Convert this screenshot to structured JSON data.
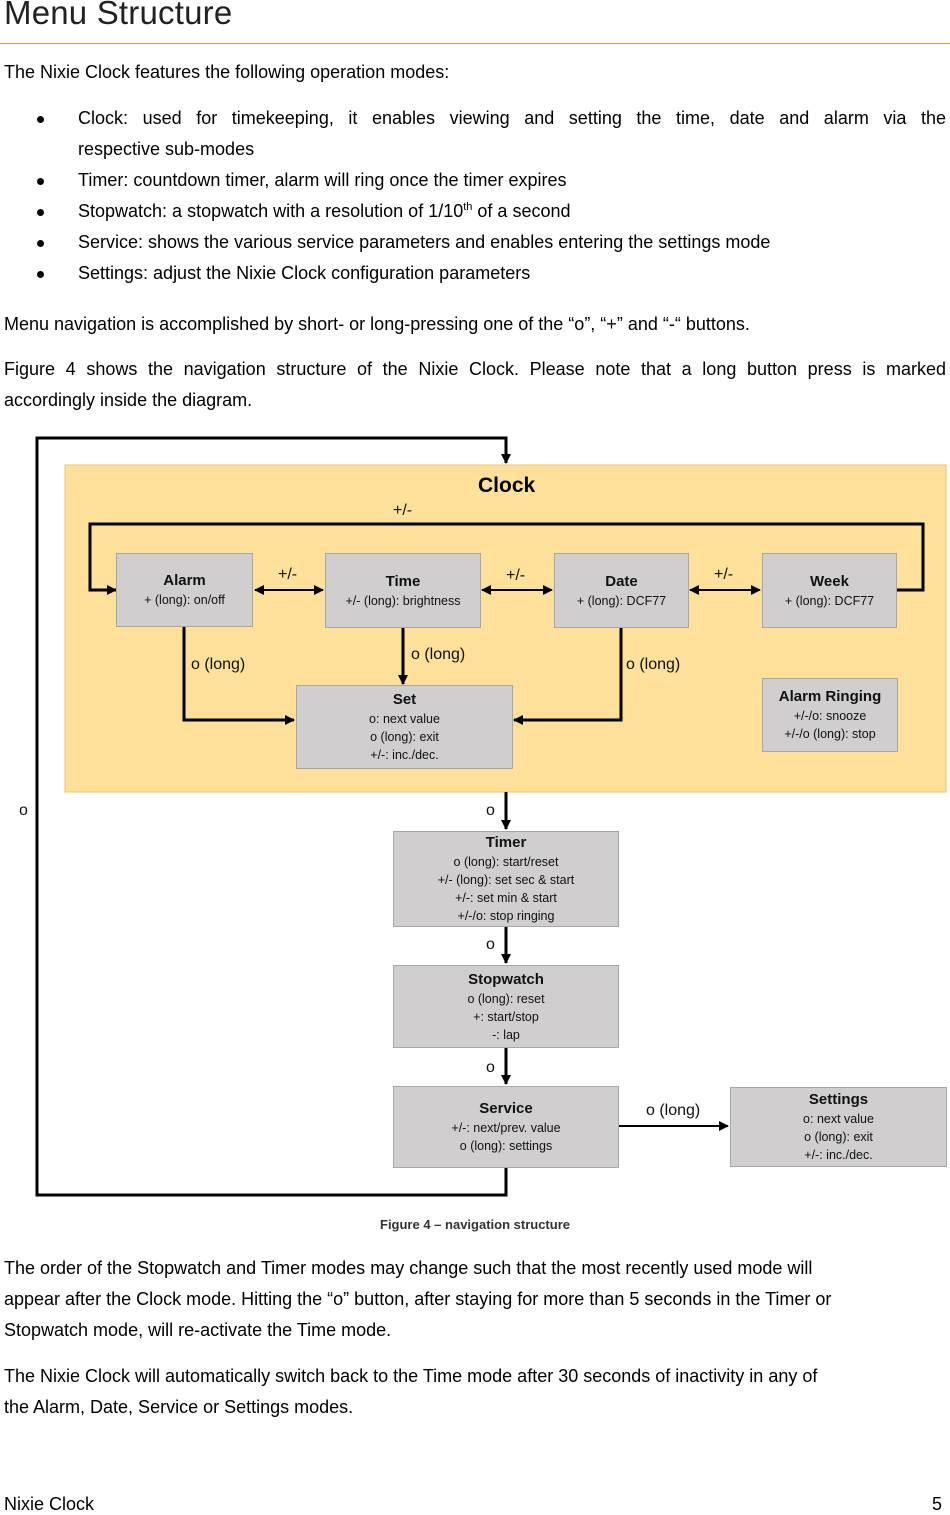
{
  "heading": "Menu Structure",
  "intro": "The Nixie Clock features the following operation modes:",
  "bullets": {
    "clock_line1": "Clock: used for timekeeping, it enables viewing and setting the time, date and alarm via the",
    "clock_line2": "respective sub-modes",
    "timer": "Timer: countdown timer, alarm will ring once the timer expires",
    "stopwatch_pre": "Stopwatch: a stopwatch with a resolution of 1/10",
    "stopwatch_sup": "th",
    "stopwatch_post": " of a second",
    "service": "Service: shows the various service parameters and enables entering the settings mode",
    "settings": "Settings: adjust the Nixie Clock configuration parameters"
  },
  "nav_sentence": "Menu navigation is accomplished by short- or long-pressing one of the “o”, “+” and “-“ buttons.",
  "figure_ref_line1": "Figure 4 shows the navigation structure of the Nixie Clock. Please note that a long button press is marked",
  "figure_ref_line2": "accordingly inside the diagram.",
  "diagram": {
    "clock_title": "Clock",
    "alarm": {
      "title": "Alarm",
      "l1": "+ (long): on/off"
    },
    "time": {
      "title": "Time",
      "l1": "+/- (long): brightness"
    },
    "date": {
      "title": "Date",
      "l1": "+ (long): DCF77"
    },
    "week": {
      "title": "Week",
      "l1": "+ (long): DCF77"
    },
    "set": {
      "title": "Set",
      "l1": "o: next value",
      "l2": "o (long): exit",
      "l3": "+/-: inc./dec."
    },
    "alarm_ringing": {
      "title": "Alarm Ringing",
      "l1": "+/-/o: snooze",
      "l2": "+/-/o (long): stop"
    },
    "timer": {
      "title": "Timer",
      "l1": "o (long): start/reset",
      "l2": "+/- (long): set sec & start",
      "l3": "+/-: set min & start",
      "l4": "+/-/o: stop ringing"
    },
    "stopwatch": {
      "title": "Stopwatch",
      "l1": "o (long): reset",
      "l2": "+: start/stop",
      "l3": "-: lap"
    },
    "service": {
      "title": "Service",
      "l1": "+/-: next/prev. value",
      "l2": "o (long): settings"
    },
    "settings": {
      "title": "Settings",
      "l1": "o: next value",
      "l2": "o (long): exit",
      "l3": "+/-: inc./dec."
    },
    "edge_labels": {
      "loop_plusminus": "+/-",
      "alarm_time": "+/-",
      "time_date": "+/-",
      "date_week": "+/-",
      "alarm_long": "o (long)",
      "time_long": "o (long)",
      "date_long": "o (long)",
      "clock_to_timer": "o",
      "timer_to_stopwatch": "o",
      "stopwatch_to_service": "o",
      "service_to_settings": "o (long)",
      "return_to_clock": "o"
    },
    "colors": {
      "clock_bg": "#fde19b",
      "clock_border": "#e8c46b",
      "box_bg": "#d0cece",
      "line": "#000000"
    }
  },
  "caption": "Figure 4 – navigation structure",
  "order_line1": "The order of the Stopwatch and Timer modes may change such that the most recently used mode will",
  "order_line2": "appear after the Clock mode. Hitting the “o” button, after staying for more than 5 seconds in the Timer or",
  "order_line3": "Stopwatch mode, will re-activate the Time mode.",
  "auto_line1": "The Nixie Clock will automatically switch back to the Time mode after 30 seconds of inactivity in any of",
  "auto_line2": "the Alarm, Date, Service or Settings modes.",
  "footer": {
    "left": "Nixie Clock",
    "right": "5"
  }
}
